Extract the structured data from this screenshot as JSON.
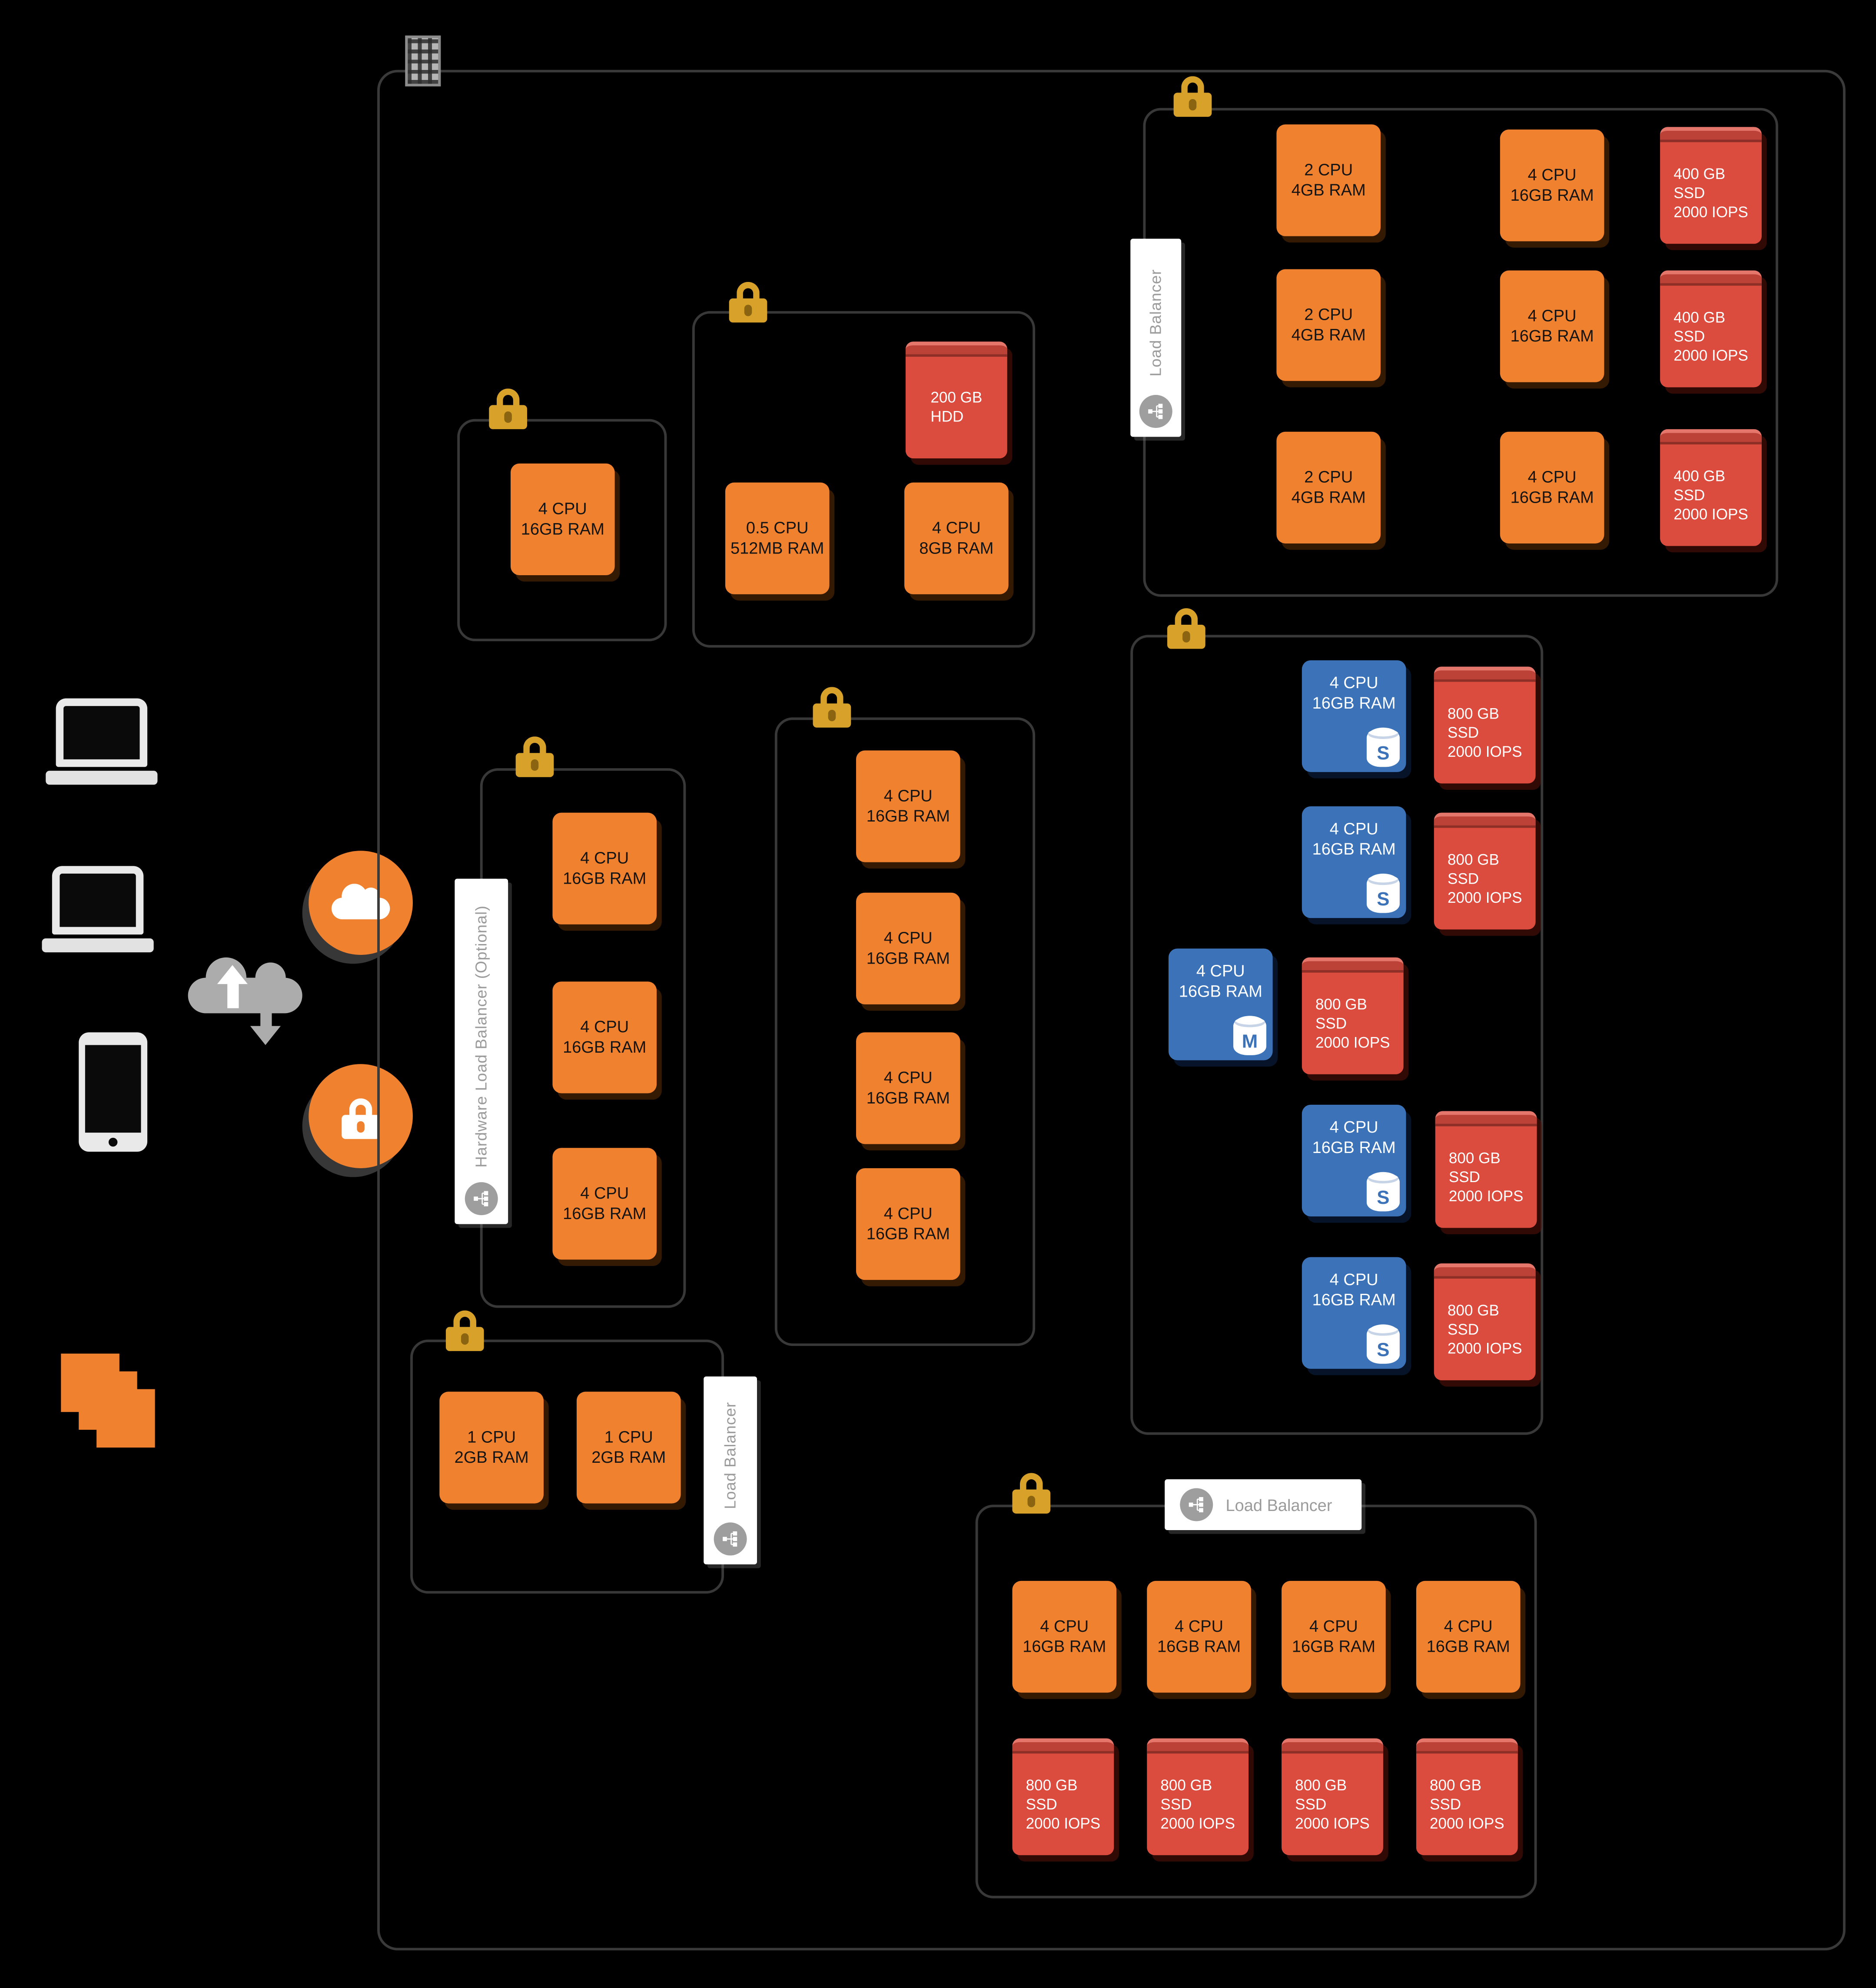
{
  "diagram": {
    "colors": {
      "background": "#000000",
      "server": "#F0812F",
      "storage": "#DB4C3F",
      "database": "#3B72B8",
      "lock": "#D8A22A",
      "label_text": "#9B9B9B"
    },
    "groups": {
      "web_tier": {
        "lb_label": "Load Balancer",
        "small_servers": [
          "2 CPU\n4GB RAM",
          "2 CPU\n4GB RAM",
          "2 CPU\n4GB RAM"
        ],
        "large_servers": [
          "4 CPU\n16GB RAM",
          "4 CPU\n16GB RAM",
          "4 CPU\n16GB RAM"
        ],
        "volumes": [
          "400 GB\nSSD\n2000 IOPS",
          "400 GB\nSSD\n2000 IOPS",
          "400 GB\nSSD\n2000 IOPS"
        ]
      },
      "single_server": {
        "server": "4 CPU\n16GB RAM"
      },
      "utility": {
        "disk": "200 GB\nHDD",
        "micro_server": "0.5 CPU\n512MB RAM",
        "server": "4 CPU\n8GB RAM"
      },
      "hardware_lb": {
        "label": "Hardware Load Balancer (Optional)",
        "servers": [
          "4 CPU\n16GB RAM",
          "4 CPU\n16GB RAM",
          "4 CPU\n16GB RAM"
        ]
      },
      "app_tier": {
        "servers": [
          "4 CPU\n16GB RAM",
          "4 CPU\n16GB RAM",
          "4 CPU\n16GB RAM",
          "4 CPU\n16GB RAM"
        ]
      },
      "database_tier": {
        "rows": [
          {
            "server": "4 CPU\n16GB RAM",
            "db_letter": "S",
            "volume": "800 GB\nSSD\n2000 IOPS"
          },
          {
            "server": "4 CPU\n16GB RAM",
            "db_letter": "S",
            "volume": "800 GB\nSSD\n2000 IOPS"
          },
          {
            "server": "4 CPU\n16GB RAM",
            "db_letter": "M",
            "volume": "800 GB\nSSD\n2000 IOPS"
          },
          {
            "server": "4 CPU\n16GB RAM",
            "db_letter": "S",
            "volume": "800 GB\nSSD\n2000 IOPS"
          },
          {
            "server": "4 CPU\n16GB RAM",
            "db_letter": "S",
            "volume": "800 GB\nSSD\n2000 IOPS"
          }
        ]
      },
      "small_lb_tier": {
        "lb_label": "Load Balancer",
        "servers": [
          "1 CPU\n2GB RAM",
          "1 CPU\n2GB RAM"
        ]
      },
      "bottom_tier": {
        "lb_label": "Load Balancer",
        "servers": [
          "4 CPU\n16GB RAM",
          "4 CPU\n16GB RAM",
          "4 CPU\n16GB RAM",
          "4 CPU\n16GB RAM"
        ],
        "volumes": [
          "800 GB\nSSD\n2000 IOPS",
          "800 GB\nSSD\n2000 IOPS",
          "800 GB\nSSD\n2000 IOPS",
          "800 GB\nSSD\n2000 IOPS"
        ]
      }
    }
  }
}
